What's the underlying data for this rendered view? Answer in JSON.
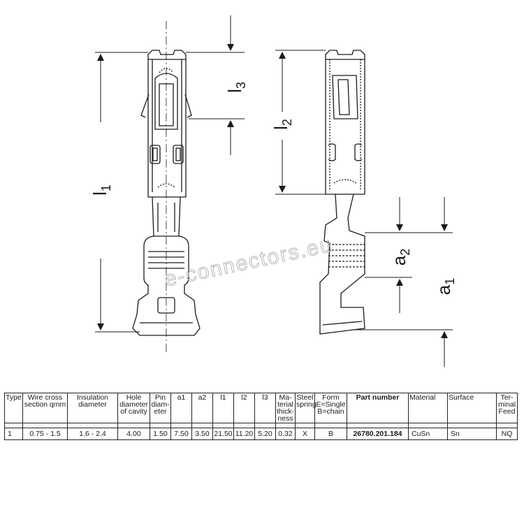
{
  "dimensions": {
    "l1": {
      "letter": "l",
      "sub": "1"
    },
    "l2": {
      "letter": "l",
      "sub": "2"
    },
    "l3": {
      "letter": "l",
      "sub": "3"
    },
    "a1": {
      "letter": "a",
      "sub": "1"
    },
    "a2": {
      "letter": "a",
      "sub": "2"
    }
  },
  "watermark": "e-connectors.eu",
  "table": {
    "headers": [
      "Type",
      "Wire cross section qmm",
      "Insulation diameter",
      "Hole diameter of cavity",
      "Pin diam-eter",
      "a1",
      "a2",
      "l1",
      "l2",
      "l3",
      "Ma-terial thick-ness",
      "Steel spring",
      "Form E=Single B=chain",
      "Part number",
      "Material",
      "Surface",
      "Ter-minal Feed"
    ],
    "rows": [
      [
        "1",
        "0.75 - 1.5",
        "1.6 - 2.4",
        "4.00",
        "1.50",
        "7.50",
        "3.50",
        "21.50",
        "11.20",
        "5.20",
        "0.32",
        "X",
        "B",
        "26780.201.184",
        "CuSn",
        "Sn",
        "NQ"
      ]
    ]
  }
}
